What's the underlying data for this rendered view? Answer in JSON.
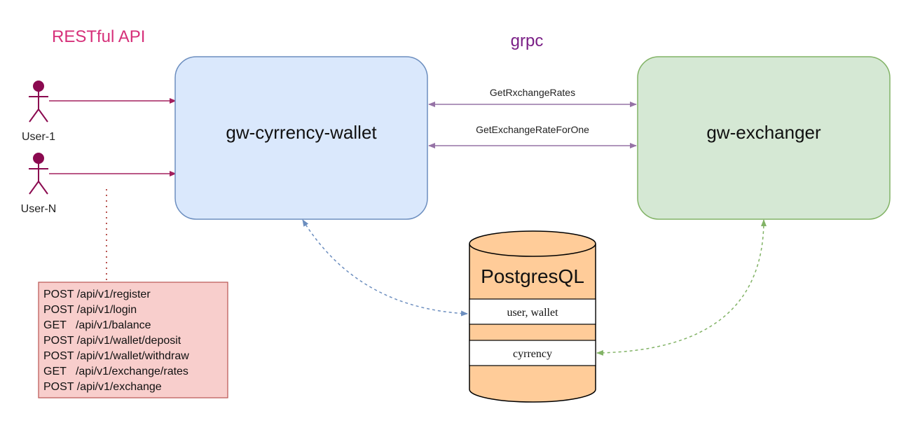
{
  "titles": {
    "restful_api": "RESTful API",
    "grpc": "grpc"
  },
  "actors": [
    {
      "label": "User-1"
    },
    {
      "label": "User-N"
    }
  ],
  "services": {
    "wallet": "gw-cyrrency-wallet",
    "exchanger": "gw-exchanger"
  },
  "grpc_calls": [
    {
      "label": "GetRxchangeRates"
    },
    {
      "label": "GetExchangeRateForOne"
    }
  ],
  "database": {
    "title": "PostgresQL",
    "tables": [
      {
        "label": "user, wallet"
      },
      {
        "label": "cyrrency"
      }
    ]
  },
  "endpoints": [
    "POST /api/v1/register",
    "POST /api/v1/login",
    "GET   /api/v1/balance",
    "POST /api/v1/wallet/deposit",
    "POST /api/v1/wallet/withdraw",
    "GET   /api/v1/exchange/rates",
    "POST /api/v1/exchange"
  ],
  "colors": {
    "accent_pink": "#d6307a",
    "grpc_purple": "#7a1f86",
    "actor": "#8b0a50",
    "wallet_fill": "#dae8fc",
    "wallet_stroke": "#6c8ebf",
    "exchanger_fill": "#d5e8d4",
    "exchanger_stroke": "#82b366",
    "db_fill": "#ffcc99",
    "endpoint_fill": "#f8cecc",
    "endpoint_stroke": "#b85450",
    "grpc_arrow": "#9673a6"
  }
}
